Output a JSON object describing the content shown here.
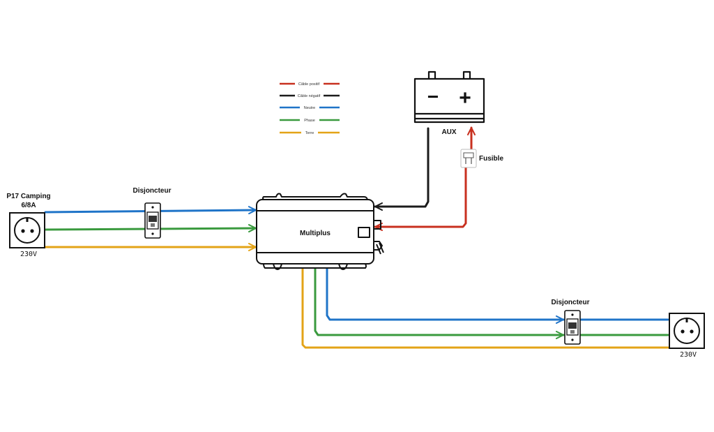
{
  "colors": {
    "positive": "#c8301f",
    "negative": "#1b1b1b",
    "neutral": "#1f74c8",
    "phase": "#3a9a3e",
    "earth": "#e3a317"
  },
  "legend": [
    {
      "label": "Câble positif",
      "color_key": "positive"
    },
    {
      "label": "Câble négatif",
      "color_key": "negative"
    },
    {
      "label": "Neutre",
      "color_key": "neutral"
    },
    {
      "label": "Phase",
      "color_key": "phase"
    },
    {
      "label": "Terre",
      "color_key": "earth"
    }
  ],
  "input_socket": {
    "title_line1": "P17 Camping",
    "title_line2": "6/8A",
    "voltage": "230V",
    "icon": "power-socket-icon"
  },
  "output_socket": {
    "voltage": "230V",
    "icon": "power-socket-icon"
  },
  "breaker_in": {
    "label": "Disjoncteur",
    "icon": "circuit-breaker-icon"
  },
  "breaker_out": {
    "label": "Disjoncteur",
    "icon": "circuit-breaker-icon"
  },
  "inverter": {
    "label": "Multiplus",
    "icon": "inverter-charger-icon"
  },
  "battery": {
    "label": "AUX",
    "minus": "−",
    "plus": "+",
    "icon": "battery-icon"
  },
  "fuse": {
    "label": "Fusible",
    "icon": "fuse-icon"
  }
}
